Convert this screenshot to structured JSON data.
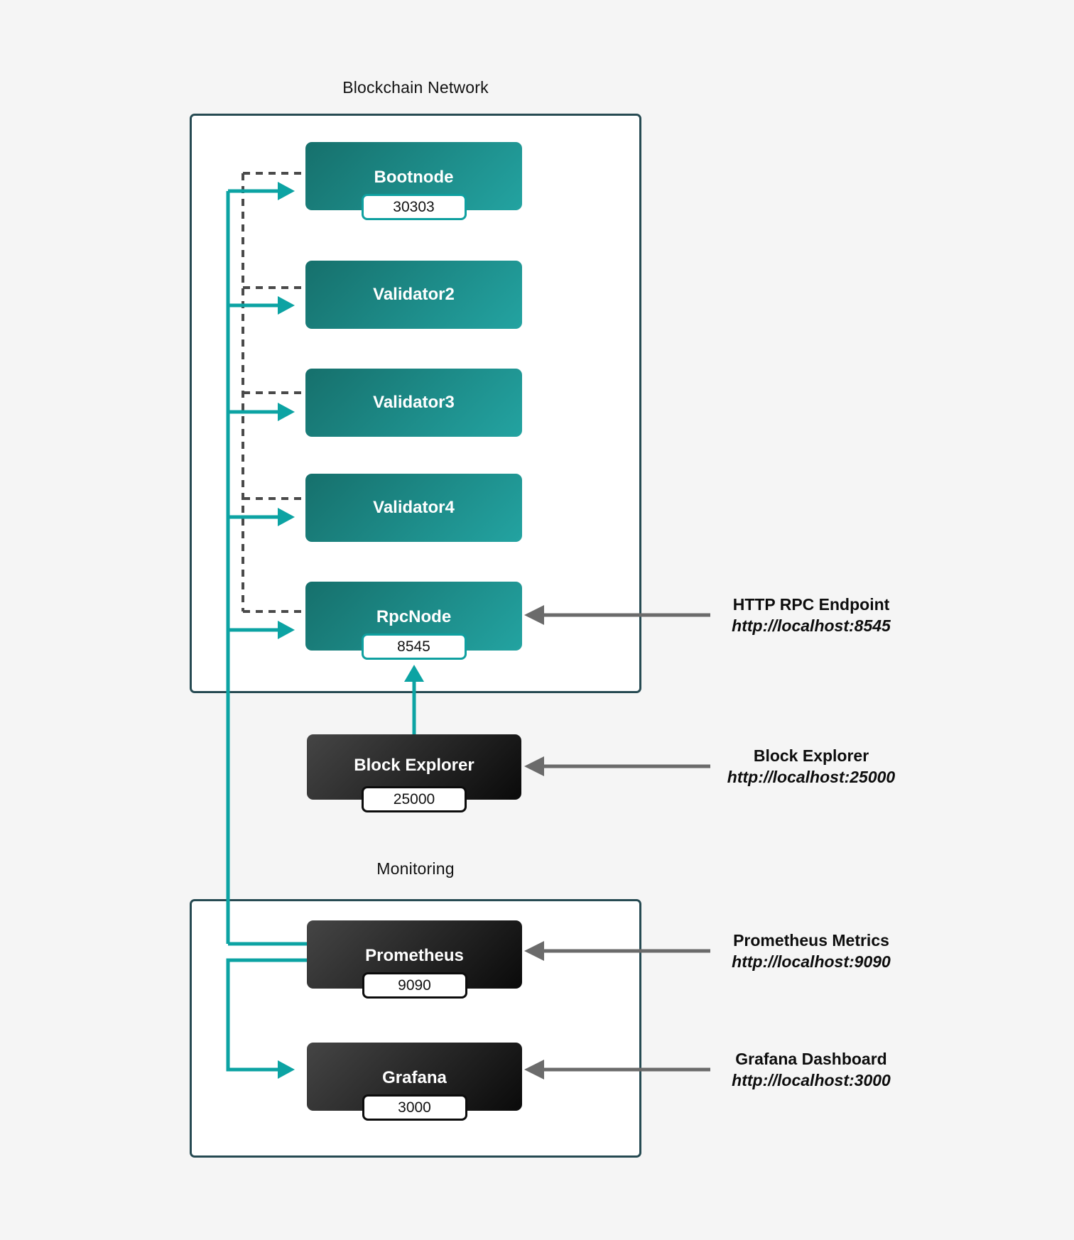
{
  "diagram": {
    "groups": {
      "blockchain": {
        "title": "Blockchain Network"
      },
      "monitoring": {
        "title": "Monitoring"
      }
    },
    "nodes": {
      "bootnode": {
        "label": "Bootnode",
        "port": "30303"
      },
      "validator2": {
        "label": "Validator2"
      },
      "validator3": {
        "label": "Validator3"
      },
      "validator4": {
        "label": "Validator4"
      },
      "rpcnode": {
        "label": "RpcNode",
        "port": "8545"
      },
      "block_explorer": {
        "label": "Block Explorer",
        "port": "25000"
      },
      "prometheus": {
        "label": "Prometheus",
        "port": "9090"
      },
      "grafana": {
        "label": "Grafana",
        "port": "3000"
      }
    },
    "annotations": {
      "rpc": {
        "title": "HTTP RPC Endpoint",
        "url": "http://localhost:8545"
      },
      "explorer": {
        "title": "Block Explorer",
        "url": "http://localhost:25000"
      },
      "prometheus": {
        "title": "Prometheus Metrics",
        "url": "http://localhost:9090"
      },
      "grafana": {
        "title": "Grafana Dashboard",
        "url": "http://localhost:3000"
      }
    },
    "colors": {
      "background": "#f5f5f5",
      "container_border": "#264a52",
      "teal_node_gradient_start": "#16706c",
      "teal_node_gradient_end": "#23a3a1",
      "dark_node_gradient_start": "#454545",
      "dark_node_gradient_end": "#0a0a0a",
      "teal_connector": "#0ca3a3",
      "dashed_peer_link": "#4a4a4a",
      "gray_annotation_arrow": "#6b6b6b",
      "badge_border_teal": "#0fa0a0",
      "badge_border_dark": "#0c0c0c"
    }
  }
}
